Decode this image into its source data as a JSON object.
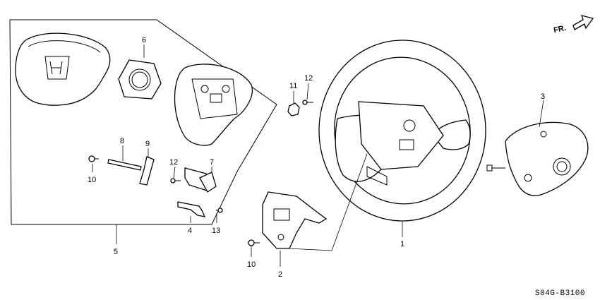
{
  "callouts": {
    "c1": "1",
    "c2": "2",
    "c3": "3",
    "c4": "4",
    "c5": "5",
    "c6": "6",
    "c7": "7",
    "c8": "8",
    "c9": "9",
    "c10a": "10",
    "c10b": "10",
    "c11": "11",
    "c12a": "12",
    "c12b": "12",
    "c13": "13"
  },
  "direction_label": "FR.",
  "diagram_code": "S04G-B3100"
}
